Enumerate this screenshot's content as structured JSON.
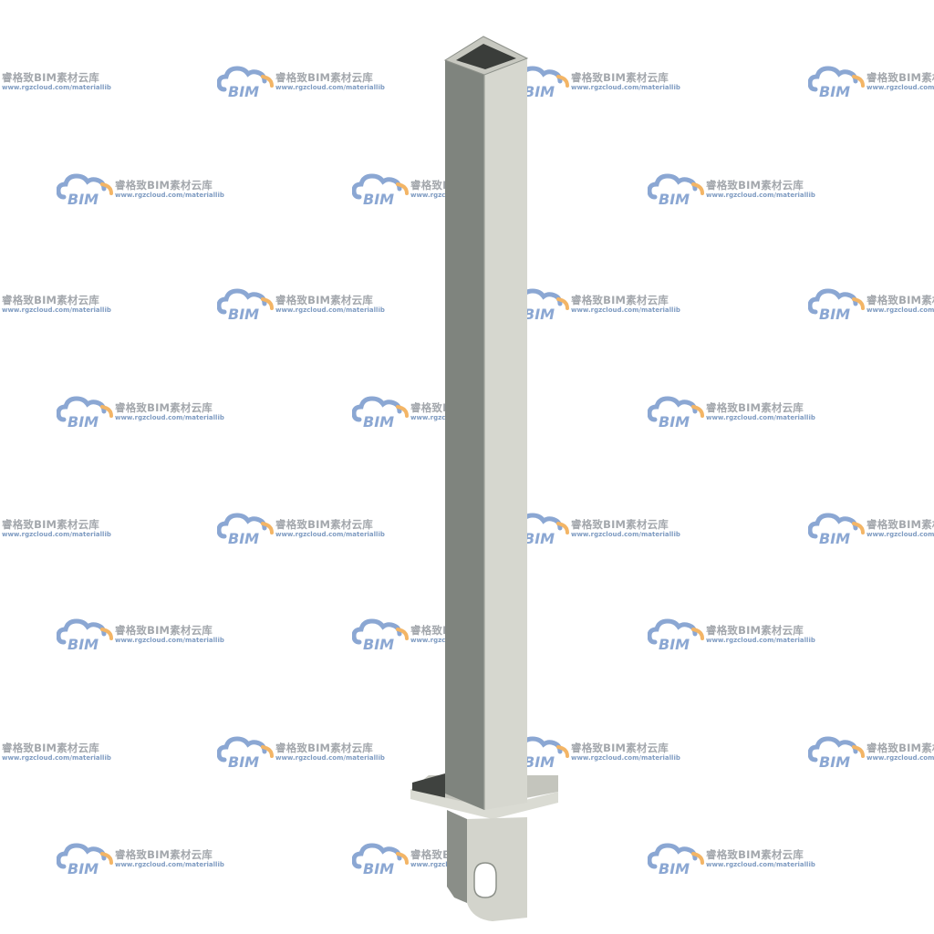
{
  "watermark": {
    "logo_text": "BIM",
    "title": "睿格致BIM素材云库",
    "url": "www.rgzcloud.com/materiallib",
    "logo_blue": "#6b8fc7",
    "logo_orange": "#f0a13c"
  },
  "model": {
    "icon": "steel-post-with-base-plate",
    "face_light": "#d6d7cf",
    "face_dark": "#7f847e",
    "face_top": "#bfc0b8",
    "hole_dark": "#3a3d3a"
  }
}
